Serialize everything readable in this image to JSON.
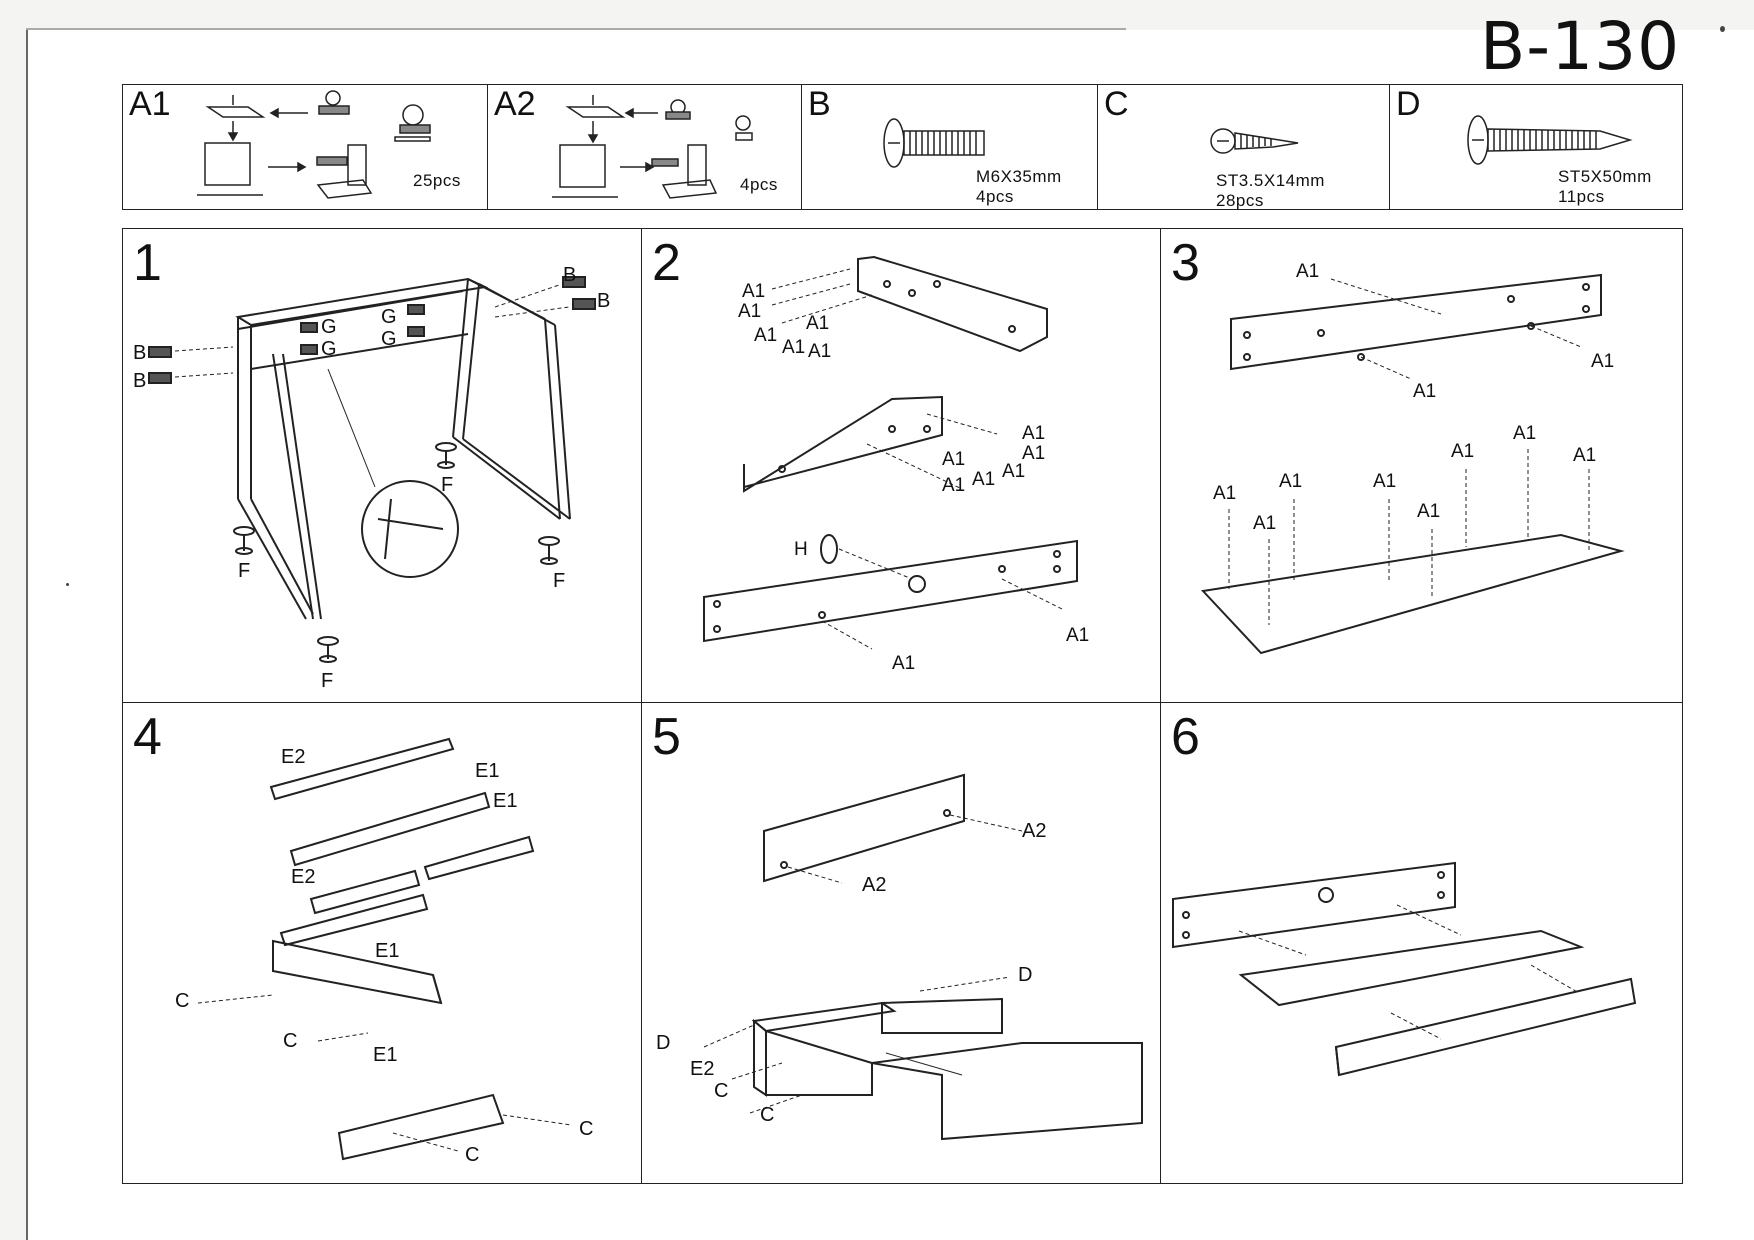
{
  "document": {
    "code": "B-130"
  },
  "hardware": [
    {
      "label": "A1",
      "quantity": "25pcs"
    },
    {
      "label": "A2",
      "quantity": "4pcs"
    },
    {
      "label": "B",
      "spec": "M6X35mm",
      "quantity": "4pcs"
    },
    {
      "label": "C",
      "spec": "ST3.5X14mm",
      "quantity": "28pcs"
    },
    {
      "label": "D",
      "spec": "ST5X50mm",
      "quantity": "11pcs"
    }
  ],
  "steps": [
    {
      "number": "1",
      "callouts": {
        "b": "B",
        "g": "G",
        "f": "F"
      }
    },
    {
      "number": "2",
      "callouts": {
        "a1": "A1",
        "h": "H"
      }
    },
    {
      "number": "3",
      "callouts": {
        "a1": "A1"
      }
    },
    {
      "number": "4",
      "callouts": {
        "e1": "E1",
        "e2": "E2",
        "c": "C"
      }
    },
    {
      "number": "5",
      "callouts": {
        "a2": "A2",
        "d": "D",
        "e2": "E2",
        "c": "C"
      }
    },
    {
      "number": "6",
      "callouts": {}
    }
  ],
  "colors": {
    "line": "#222222",
    "paper": "#ffffff",
    "scan_edge": "#f4f4f2"
  }
}
